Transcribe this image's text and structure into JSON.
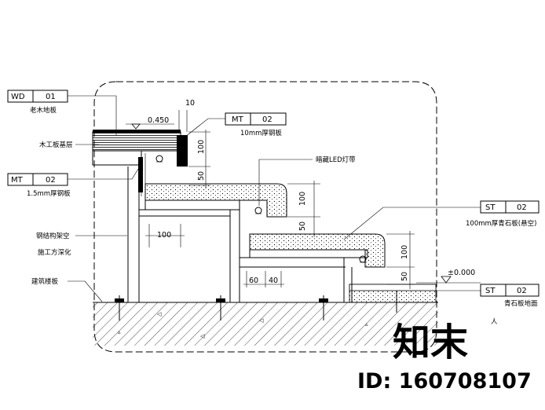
{
  "tags": {
    "wd01": {
      "code": "WD",
      "num": "01",
      "note": "老木地板"
    },
    "mt02_top": {
      "code": "MT",
      "num": "02",
      "note": "10mm厚钢板"
    },
    "mt02_left": {
      "code": "MT",
      "num": "02",
      "note": "1.5mm厚钢板"
    },
    "st02_top": {
      "code": "ST",
      "num": "02",
      "note": "100mm厚青石板(悬空)"
    },
    "st02_bottom": {
      "code": "ST",
      "num": "02",
      "note": "青石板地面"
    }
  },
  "notes": {
    "wood_base": "木工板基层",
    "hidden_led": "暗藏LED灯带",
    "steel_frame_1": "钢结构架空",
    "steel_frame_2": "施工方深化",
    "floor_board": "建筑楼板",
    "cut_label": "人"
  },
  "dims": {
    "level_top": "0.450",
    "level_zero": "±0.000",
    "d10": "10",
    "d100_a": "100",
    "d50_a": "50",
    "d100_b": "100",
    "d50_b": "50",
    "d100_c": "100",
    "d50_c": "50",
    "d100_h": "100",
    "d60": "60",
    "d40": "40"
  },
  "watermark": {
    "brand": "知末",
    "id": "ID: 160708107"
  }
}
